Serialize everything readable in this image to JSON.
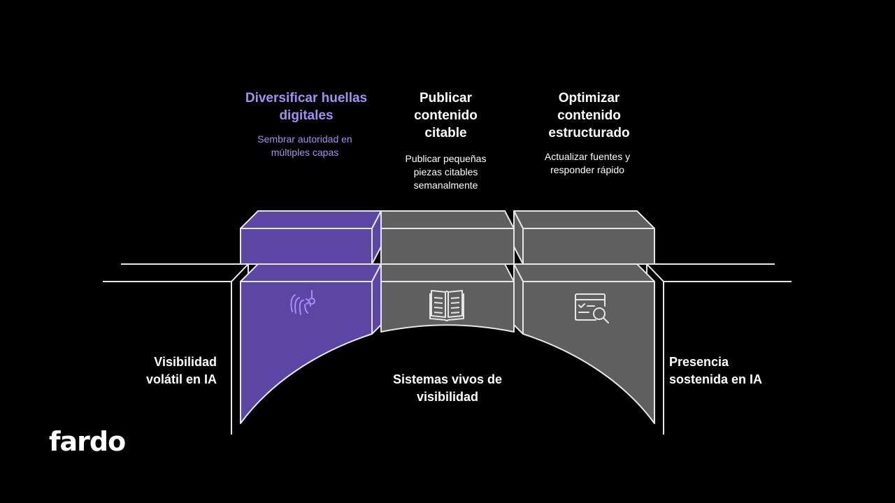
{
  "stages": [
    {
      "title": "Diversificar huellas digitales",
      "description": "Sembrar autoridad en múltiples capas",
      "icon": "fingerprint-icon",
      "highlighted": true
    },
    {
      "title": "Publicar contenido citable",
      "description": "Publicar pequeñas piezas citables semanalmente",
      "icon": "open-book-icon",
      "highlighted": false
    },
    {
      "title": "Optimizar contenido estructurado",
      "description": "Actualizar fuentes y responder rápido",
      "icon": "document-search-icon",
      "highlighted": false
    }
  ],
  "left_label": "Visibilidad volátil en IA",
  "right_label": "Presencia sostenida en IA",
  "bridge_label": "Sistemas vivos de visibilidad",
  "logo": "fardo",
  "colors": {
    "background": "#000000",
    "highlight_fill": "#5b46a6",
    "highlight_text": "#a48ff2",
    "neutral_fill": "#5f5f5f",
    "outline": "#e6e6e6"
  }
}
